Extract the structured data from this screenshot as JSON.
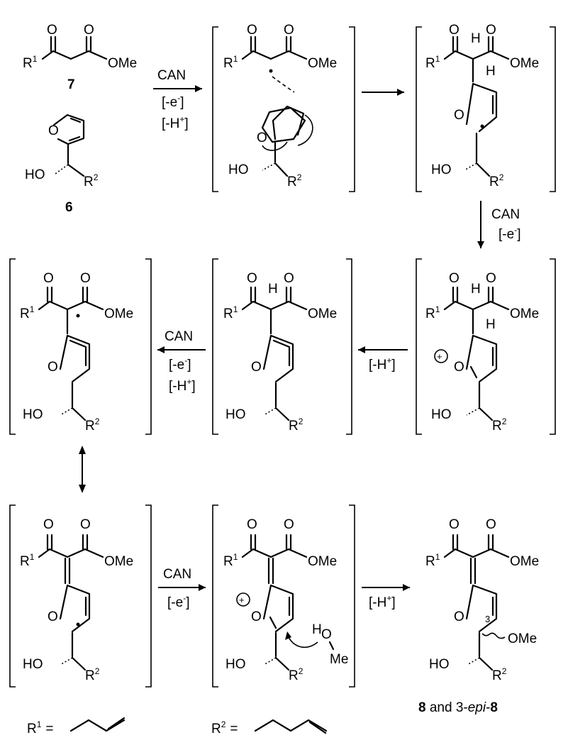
{
  "atoms": {
    "R1": "R",
    "R1_sup": "1",
    "R2": "R",
    "R2_sup": "2",
    "OMe": "OMe",
    "HO": "HO",
    "O": "O",
    "H": "H",
    "Me": "Me",
    "plus": "+",
    "three": "3"
  },
  "compounds": {
    "ketoester": "7",
    "furan": "6",
    "product_a": "8",
    "product_mid": " and 3-",
    "product_epi": "epi",
    "product_dash": "-",
    "product_b": "8"
  },
  "reagents": {
    "can": "CAN",
    "minus_e": "[-e",
    "minus_e_sup": "-",
    "bracket_close": "]",
    "minus_h": "[-H",
    "minus_h_sup": "+"
  },
  "definitions": {
    "r1_label": "R",
    "r1_sup": "1",
    "r2_label": "R",
    "r2_sup": "2",
    "equals": "="
  }
}
